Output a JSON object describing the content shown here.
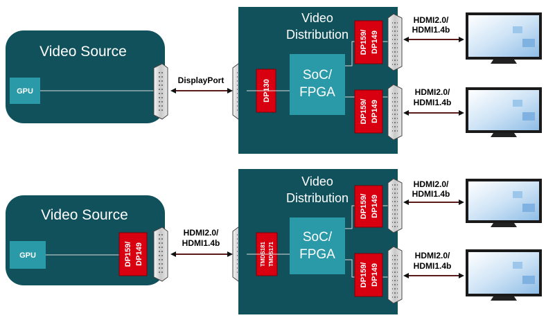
{
  "diagrams": [
    {
      "source": {
        "title": "Video Source",
        "gpu": "GPU",
        "retimer": ""
      },
      "link": {
        "line1": "DisplayPort",
        "line2": ""
      },
      "distribution": {
        "title_line1": "Video",
        "title_line2": "Distribution",
        "input_chip_line1": "DP130",
        "input_chip_line2": "",
        "soc_line1": "SoC/",
        "soc_line2": "FPGA",
        "out_chip_line1": "DP159/",
        "out_chip_line2": "DP149"
      },
      "outputs": [
        {
          "line1": "HDMI2.0/",
          "line2": "HDMI1.4b"
        },
        {
          "line1": "HDMI2.0/",
          "line2": "HDMI1.4b"
        }
      ]
    },
    {
      "source": {
        "title": "Video Source",
        "gpu": "GPU",
        "retimer_line1": "DP159/",
        "retimer_line2": "DP149"
      },
      "link": {
        "line1": "HDMI2.0/",
        "line2": "HDMI1.4b"
      },
      "distribution": {
        "title_line1": "Video",
        "title_line2": "Distribution",
        "input_chip_line1": "TMDS181",
        "input_chip_line2": "TMDS171",
        "soc_line1": "SoC/",
        "soc_line2": "FPGA",
        "out_chip_line1": "DP159/",
        "out_chip_line2": "DP149"
      },
      "outputs": [
        {
          "line1": "HDMI2.0/",
          "line2": "HDMI1.4b"
        },
        {
          "line1": "HDMI2.0/",
          "line2": "HDMI1.4b"
        }
      ]
    }
  ],
  "colors": {
    "box_dark": "#10515b",
    "chip_teal": "#2a9aa8",
    "chip_red": "#d80010",
    "text_white": "#ffffff",
    "text_black": "#000000",
    "arrow": "#5a1a1a"
  }
}
